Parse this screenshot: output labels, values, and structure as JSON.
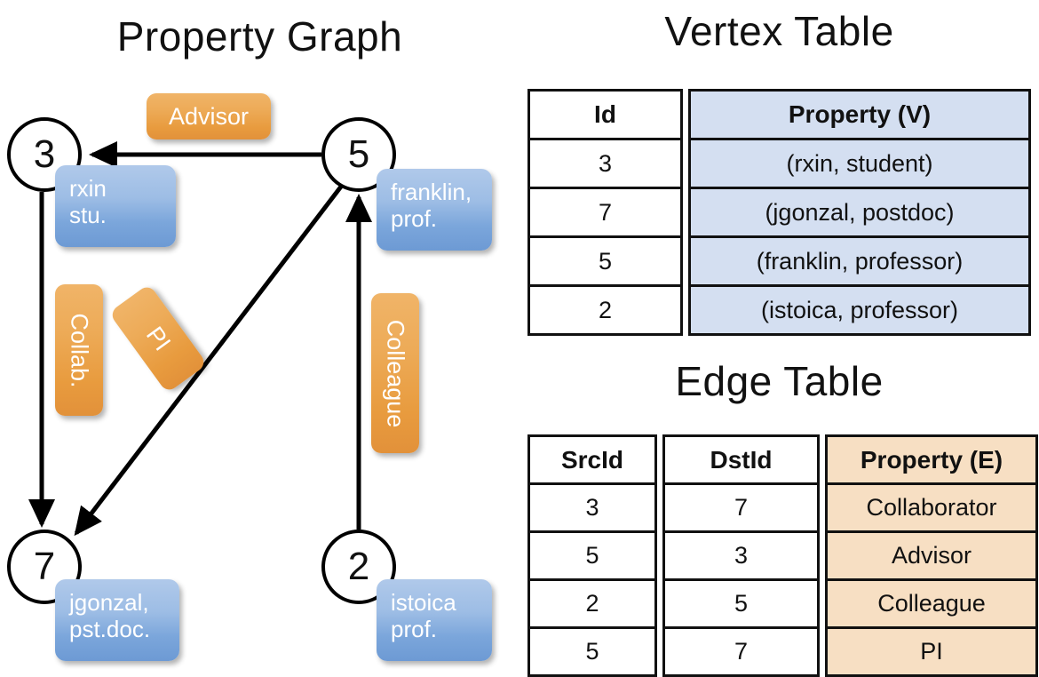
{
  "titles": {
    "property_graph": "Property Graph",
    "vertex_table": "Vertex Table",
    "edge_table": "Edge Table"
  },
  "colors": {
    "vertex_fill": "#d4dff1",
    "edge_fill": "#f7dfc3",
    "node_property_box": "#7ba6db",
    "edge_label_box": "#e89b3e",
    "stroke": "#111111"
  },
  "graph": {
    "nodes": [
      {
        "id": "3",
        "property_line1": "rxin",
        "property_line2": "stu."
      },
      {
        "id": "5",
        "property_line1": "franklin,",
        "property_line2": "prof."
      },
      {
        "id": "7",
        "property_line1": "jgonzal,",
        "property_line2": "pst.doc."
      },
      {
        "id": "2",
        "property_line1": "istoica",
        "property_line2": "prof."
      }
    ],
    "edge_labels": [
      {
        "name": "advisor",
        "text": "Advisor",
        "orientation": "horizontal"
      },
      {
        "name": "collab",
        "text": "Collab.",
        "orientation": "vertical"
      },
      {
        "name": "pi",
        "text": "PI",
        "orientation": "diagonal"
      },
      {
        "name": "colleague",
        "text": "Colleague",
        "orientation": "vertical"
      }
    ],
    "edges": [
      {
        "src": "5",
        "dst": "3",
        "label": "Advisor"
      },
      {
        "src": "3",
        "dst": "7",
        "label": "Collab."
      },
      {
        "src": "5",
        "dst": "7",
        "label": "PI"
      },
      {
        "src": "2",
        "dst": "5",
        "label": "Colleague"
      }
    ]
  },
  "vertex_table": {
    "headers": {
      "id": "Id",
      "property": "Property (V)"
    },
    "rows": [
      {
        "id": "3",
        "property": "(rxin, student)"
      },
      {
        "id": "7",
        "property": "(jgonzal, postdoc)"
      },
      {
        "id": "5",
        "property": "(franklin, professor)"
      },
      {
        "id": "2",
        "property": "(istoica, professor)"
      }
    ]
  },
  "edge_table": {
    "headers": {
      "src": "SrcId",
      "dst": "DstId",
      "property": "Property (E)"
    },
    "rows": [
      {
        "src": "3",
        "dst": "7",
        "property": "Collaborator"
      },
      {
        "src": "5",
        "dst": "3",
        "property": "Advisor"
      },
      {
        "src": "2",
        "dst": "5",
        "property": "Colleague"
      },
      {
        "src": "5",
        "dst": "7",
        "property": "PI"
      }
    ]
  }
}
